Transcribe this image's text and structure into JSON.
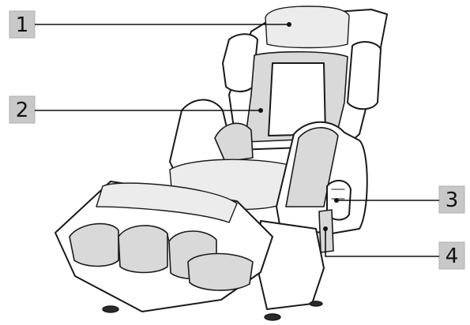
{
  "callouts": [
    {
      "id": "1",
      "label": "1"
    },
    {
      "id": "2",
      "label": "2"
    },
    {
      "id": "3",
      "label": "3"
    },
    {
      "id": "4",
      "label": "4"
    }
  ],
  "colors": {
    "badge": "#c8c8c8",
    "line": "#111111",
    "chair_shade": "#d9d9d9"
  }
}
